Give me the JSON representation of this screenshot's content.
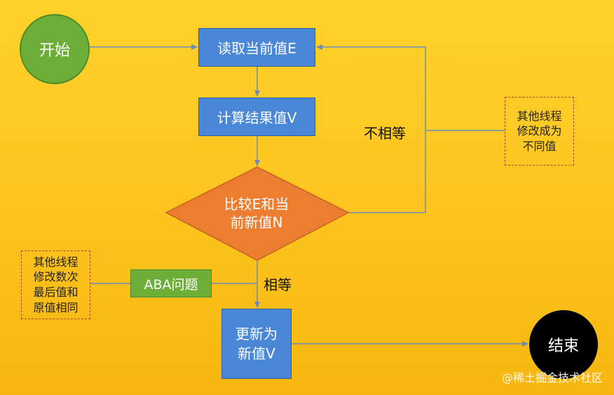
{
  "nodes": {
    "start": "开始",
    "read_current": "读取当前值E",
    "compute_result": "计算结果值V",
    "compare": [
      "比较E和当",
      "前新值N"
    ],
    "update": [
      "更新为",
      "新值V"
    ],
    "end": "结束",
    "aba": "ABA问题"
  },
  "labels": {
    "not_equal": "不相等",
    "equal": "相等"
  },
  "notes": {
    "right": [
      "其他线程",
      "修改成为",
      "不同值"
    ],
    "left": [
      "其他线程",
      "修改数次",
      "最后值和",
      "原值相同"
    ]
  },
  "watermark": "@稀土掘金技术社区",
  "colors": {
    "background": "#fec622",
    "process_blue": "#4a87d6",
    "start_green": "#6cae38",
    "decision_orange": "#ed7d31",
    "connector": "#6b8dbd"
  }
}
